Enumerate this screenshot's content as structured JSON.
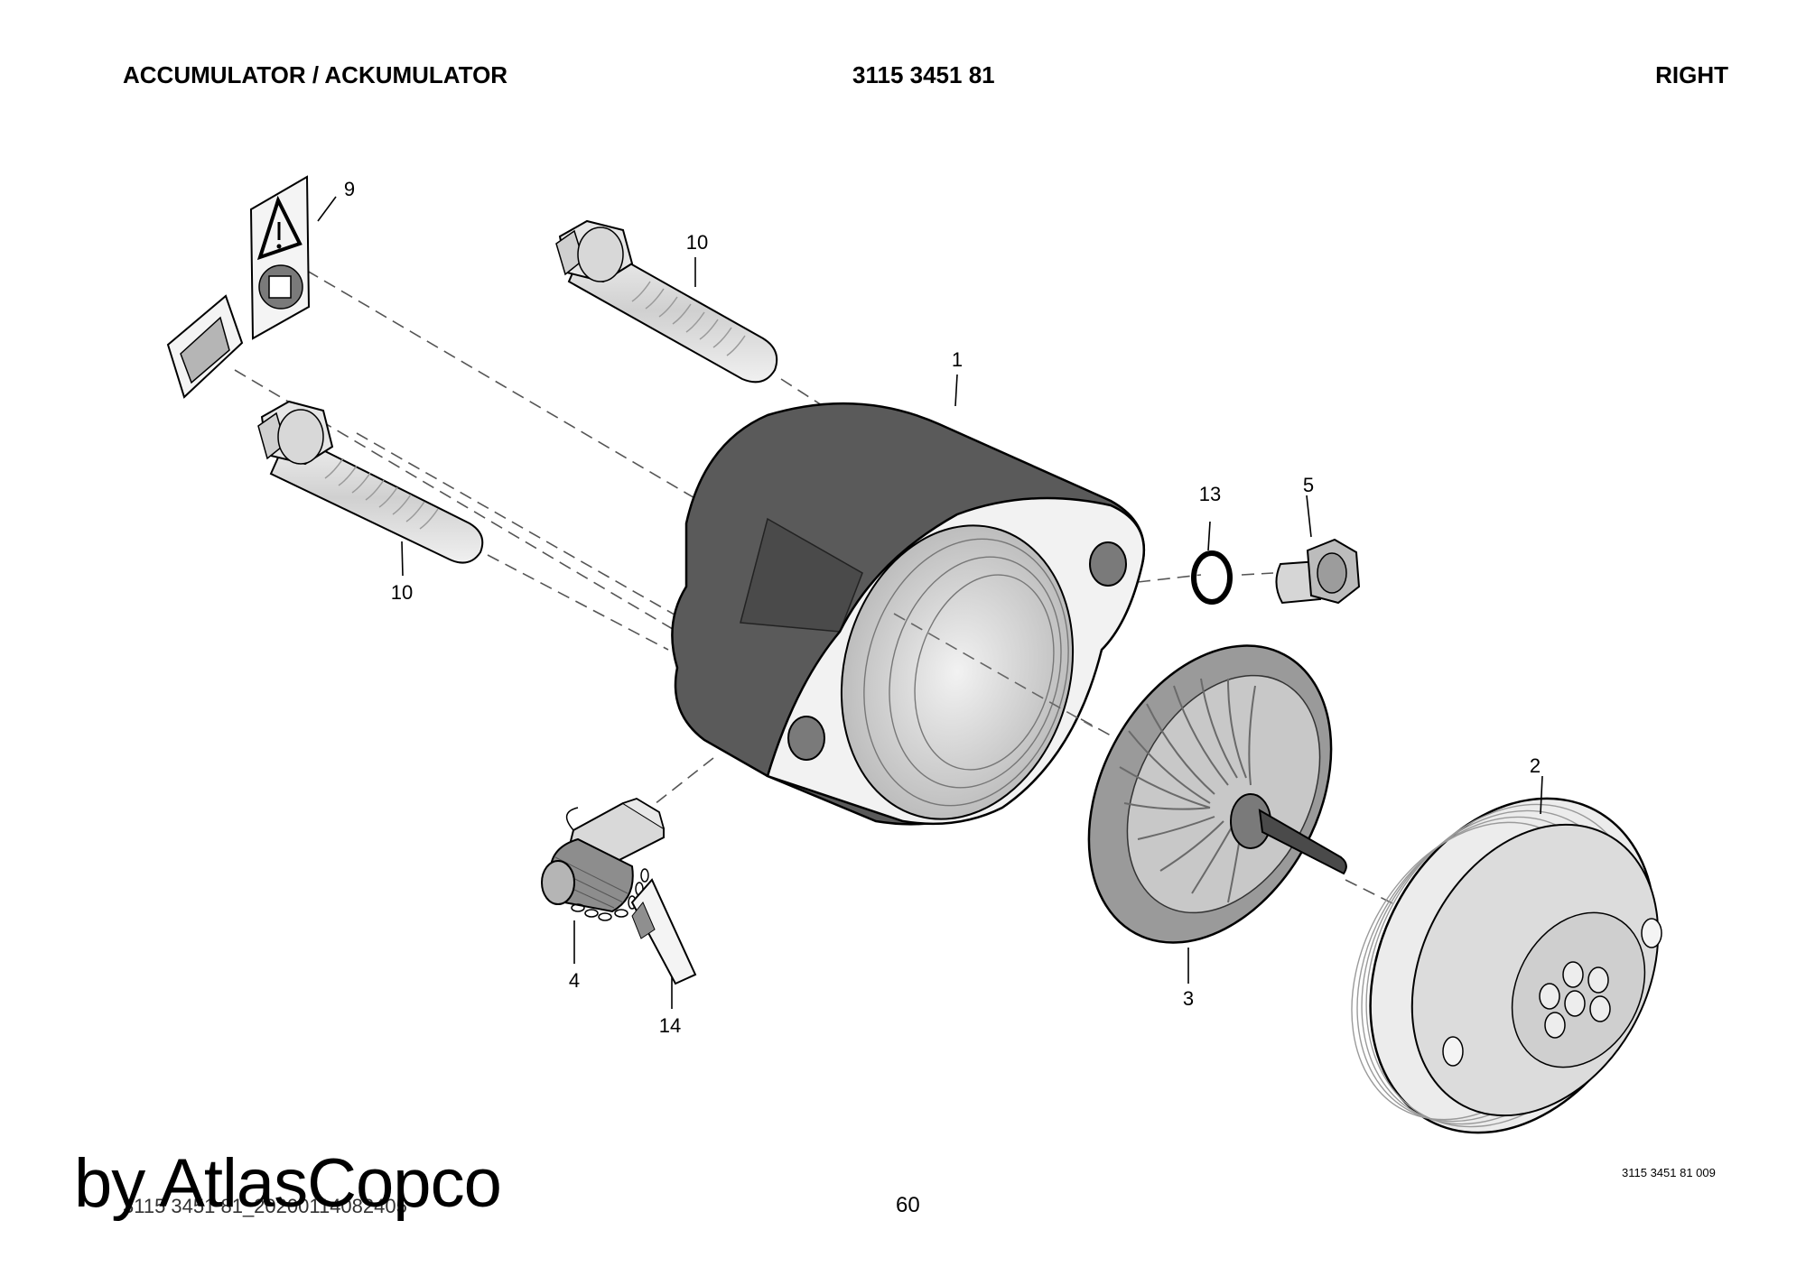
{
  "header": {
    "title": "ACCUMULATOR / ACKUMULATOR",
    "part_number": "3115 3451 81",
    "side": "RIGHT"
  },
  "callouts": {
    "c1": "1",
    "c2": "2",
    "c3": "3",
    "c4": "4",
    "c5": "5",
    "c9": "9",
    "c10a": "10",
    "c10b": "10",
    "c13": "13",
    "c14": "14"
  },
  "footer": {
    "drawing_number": "3115 3451 81 009",
    "page_number": "60",
    "footer_code": "3115 3451 81_20200114082405",
    "watermark": "by AtlasCopco"
  },
  "colors": {
    "housing_dark": "#5a5a5a",
    "part_light": "#e8e8e8",
    "line": "#000000",
    "leader_dash": "#555555"
  }
}
